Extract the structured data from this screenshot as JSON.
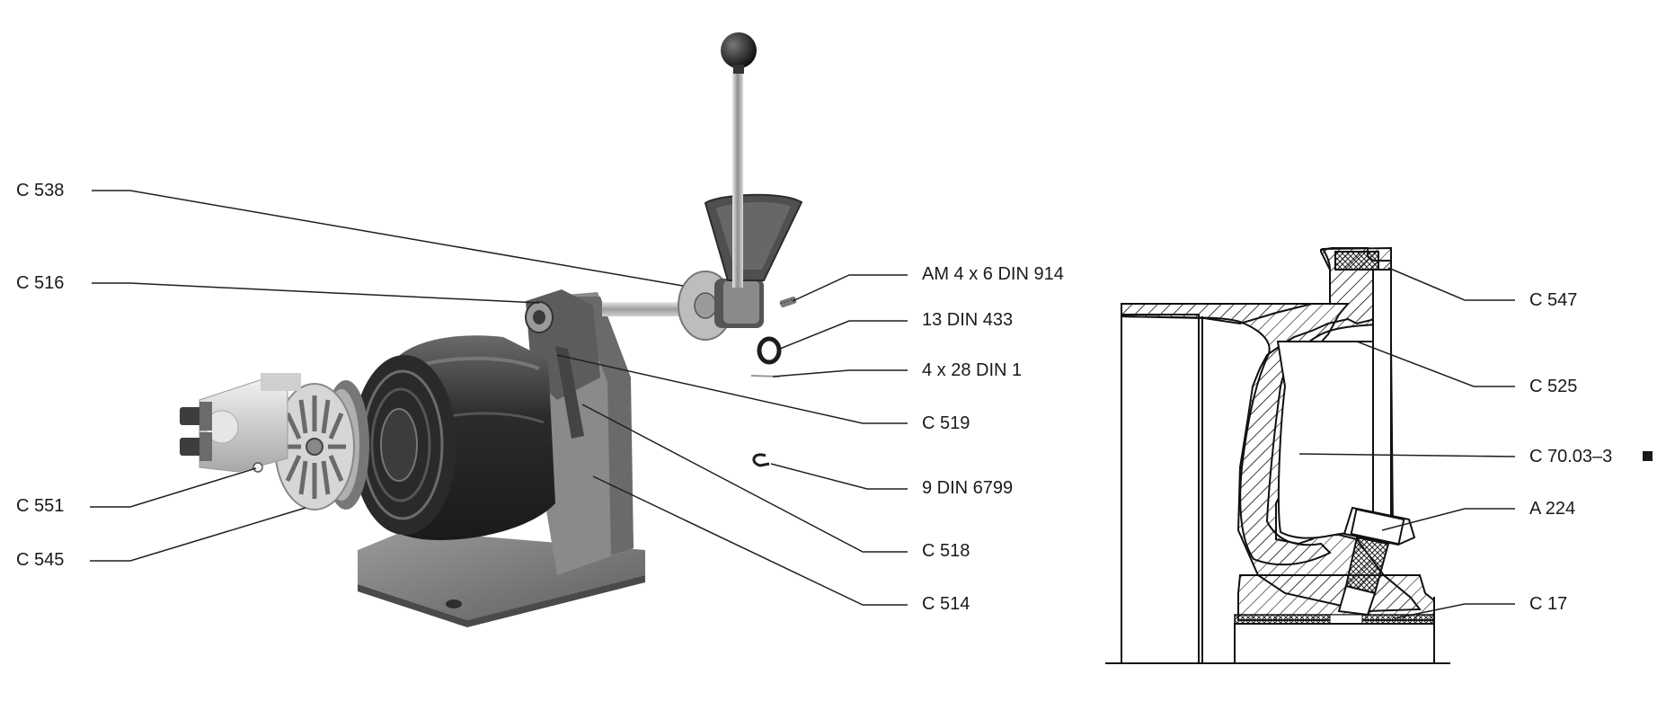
{
  "left_labels": {
    "c538": "C 538",
    "c516": "C 516",
    "c551": "C 551",
    "c545": "C 545"
  },
  "middle_labels": {
    "am4x6": "AM 4 x 6 DIN 914",
    "din433": "13 DIN 433",
    "din1": "4 x 28 DIN 1",
    "c519": "C 519",
    "din6799": "9 DIN 6799",
    "c518": "C 518",
    "c514": "C 514"
  },
  "right_labels": {
    "c547": "C 547",
    "c525": "C 525",
    "c7003": "C 70.03–3",
    "a224": "A 224",
    "c17": "C 17"
  },
  "colors": {
    "line": "#1f1f1f",
    "metal_dark": "#3a3a3a",
    "metal_mid": "#7a7a7a",
    "metal_light": "#bdbdbd",
    "background": "#ffffff"
  }
}
